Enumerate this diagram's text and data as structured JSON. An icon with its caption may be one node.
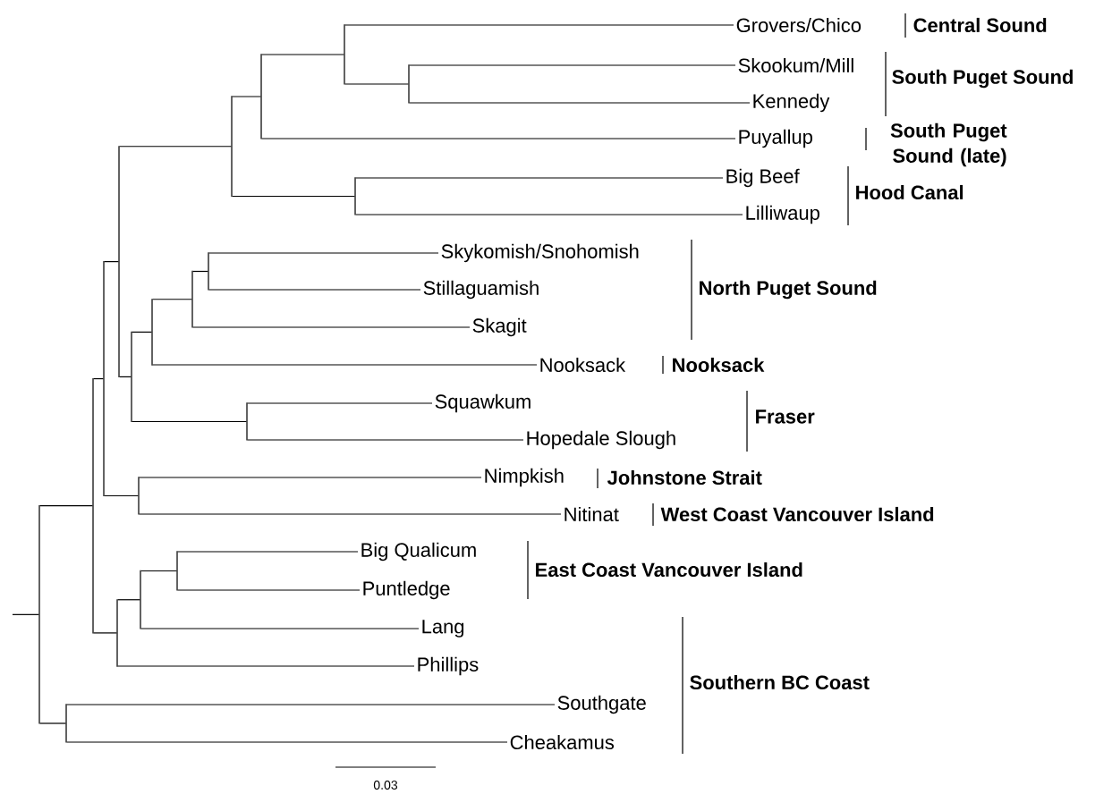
{
  "diagram": {
    "nodes": [
      {
        "text": [
          "Grovers/Chico"
        ]
      },
      {
        "text": [
          "Skookum/Mill"
        ]
      },
      {
        "text": [
          "Kennedy"
        ]
      },
      {
        "text": [
          "Puyallup"
        ]
      },
      {
        "text": [
          "Big  Beef"
        ]
      },
      {
        "text": [
          "Lilliwaup"
        ]
      },
      {
        "text": [
          "Skykomish/Snohomish"
        ]
      },
      {
        "text": [
          "Stillaguamish"
        ]
      },
      {
        "text": [
          "Skagit"
        ]
      },
      {
        "text": [
          "Nooksack"
        ]
      },
      {
        "text": [
          "Squawkum"
        ]
      },
      {
        "text": [
          "Hopedale  Slough"
        ]
      },
      {
        "text": [
          "Nimpkish"
        ]
      },
      {
        "text": [
          "Nitinat"
        ]
      },
      {
        "text": [
          "Big  Qualicum"
        ]
      },
      {
        "text": [
          "Puntledge"
        ]
      },
      {
        "text": [
          "Lang"
        ]
      },
      {
        "text": [
          "Phillips"
        ]
      },
      {
        "text": [
          "Southgate"
        ]
      },
      {
        "text": [
          "Cheakamus"
        ]
      },
      {
        "text": [],
        "shape": "bar"
      },
      {
        "text": [],
        "shape": "bar"
      },
      {
        "text": [],
        "shape": "bar"
      },
      {
        "text": [],
        "shape": "bar"
      },
      {
        "text": [],
        "shape": "bar"
      },
      {
        "text": [],
        "shape": "bar"
      },
      {
        "text": [],
        "shape": "bar"
      },
      {
        "text": [],
        "shape": "bar"
      },
      {
        "text": [],
        "shape": "bar"
      },
      {
        "text": [],
        "shape": "bar"
      },
      {
        "text": [],
        "shape": "bar"
      },
      {
        "text": [],
        "shape": "bar"
      },
      {
        "text": [],
        "shape": "bar"
      },
      {
        "text": [],
        "shape": "bar"
      },
      {
        "text": [],
        "shape": "bar"
      },
      {
        "text": [],
        "shape": "bar"
      },
      {
        "text": [],
        "shape": "bar"
      },
      {
        "text": [],
        "shape": "bar"
      },
      {
        "text": [],
        "shape": "bar"
      }
    ],
    "edges": [
      {
        "from": 20,
        "to": 1,
        "arrow": "none"
      },
      {
        "from": 20,
        "to": 2,
        "arrow": "none"
      },
      {
        "from": 21,
        "to": 0,
        "arrow": "none"
      },
      {
        "from": 21,
        "to": 20,
        "arrow": "none"
      },
      {
        "from": 22,
        "to": 21,
        "arrow": "none"
      },
      {
        "from": 22,
        "to": 3,
        "arrow": "none"
      },
      {
        "from": 23,
        "to": 4,
        "arrow": "none"
      },
      {
        "from": 23,
        "to": 5,
        "arrow": "none"
      },
      {
        "from": 24,
        "to": 22,
        "arrow": "none"
      },
      {
        "from": 24,
        "to": 23,
        "arrow": "none"
      },
      {
        "from": 25,
        "to": 6,
        "arrow": "none"
      },
      {
        "from": 25,
        "to": 7,
        "arrow": "none"
      },
      {
        "from": 26,
        "to": 25,
        "arrow": "none"
      },
      {
        "from": 26,
        "to": 8,
        "arrow": "none"
      },
      {
        "from": 27,
        "to": 26,
        "arrow": "none"
      },
      {
        "from": 27,
        "to": 9,
        "arrow": "none"
      },
      {
        "from": 28,
        "to": 10,
        "arrow": "none"
      },
      {
        "from": 28,
        "to": 11,
        "arrow": "none"
      },
      {
        "from": 29,
        "to": 27,
        "arrow": "none"
      },
      {
        "from": 29,
        "to": 28,
        "arrow": "none"
      },
      {
        "from": 30,
        "to": 24,
        "arrow": "none"
      },
      {
        "from": 30,
        "to": 29,
        "arrow": "none"
      },
      {
        "from": 31,
        "to": 12,
        "arrow": "none"
      },
      {
        "from": 31,
        "to": 13,
        "arrow": "none"
      },
      {
        "from": 32,
        "to": 30,
        "arrow": "none"
      },
      {
        "from": 32,
        "to": 31,
        "arrow": "none"
      },
      {
        "from": 33,
        "to": 14,
        "arrow": "none"
      },
      {
        "from": 33,
        "to": 15,
        "arrow": "none"
      },
      {
        "from": 34,
        "to": 33,
        "arrow": "none"
      },
      {
        "from": 34,
        "to": 16,
        "arrow": "none"
      },
      {
        "from": 35,
        "to": 34,
        "arrow": "none"
      },
      {
        "from": 35,
        "to": 17,
        "arrow": "none"
      },
      {
        "from": 36,
        "to": 32,
        "arrow": "none"
      },
      {
        "from": 36,
        "to": 35,
        "arrow": "none"
      },
      {
        "from": 37,
        "to": 18,
        "arrow": "none"
      },
      {
        "from": 37,
        "to": 19,
        "arrow": "none"
      },
      {
        "from": 38,
        "to": 36,
        "arrow": "none"
      },
      {
        "from": 38,
        "to": 37,
        "arrow": "none"
      },
      {
        "from": null,
        "to": 38,
        "arrow": "none"
      }
    ],
    "labels": [
      "Central Sound",
      "South Puget Sound",
      "South Puget Sound (late)",
      "Hood Canal",
      "North Puget Sound",
      "Nooksack",
      "Fraser",
      "Johnstone Strait",
      "West Coast Vancouver Island",
      "East Coast Vancouver Island",
      "Southern BC Coast",
      "0.03"
    ]
  }
}
